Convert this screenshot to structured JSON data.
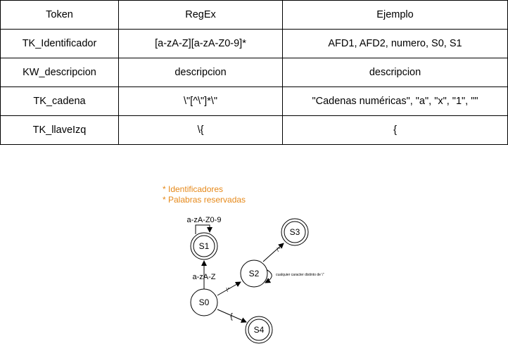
{
  "table": {
    "headers": [
      "Token",
      "RegEx",
      "Ejemplo"
    ],
    "rows": [
      [
        "TK_Identificador",
        "[a-zA-Z][a-zA-Z0-9]*",
        "AFD1, AFD2, numero, S0, S1"
      ],
      [
        "KW_descripcion",
        "descripcion",
        "descripcion"
      ],
      [
        "TK_cadena",
        "\\\"[^\\\"]*\\\"",
        "\"Cadenas numéricas\", \"a\", \"x\", \"1\", \"\""
      ],
      [
        "TK_llaveIzq",
        "\\{",
        "{"
      ]
    ]
  },
  "notes": {
    "line1": "* Identificadores",
    "line2": "* Palabras reservadas",
    "color": "#e6891a"
  },
  "automaton": {
    "states": {
      "s0": "S0",
      "s1": "S1",
      "s2": "S2",
      "s3": "S3",
      "s4": "S4"
    },
    "accepting": [
      "S1",
      "S3",
      "S4"
    ],
    "transitions": {
      "s0_s1": "a-zA-Z",
      "s1_loop": "a-zA-Z0-9",
      "s0_s2": "\\\"",
      "s2_s3": "\\\"",
      "s2_loop": "cualquier caracter distinto de \\\"",
      "s0_s4": "{"
    }
  }
}
